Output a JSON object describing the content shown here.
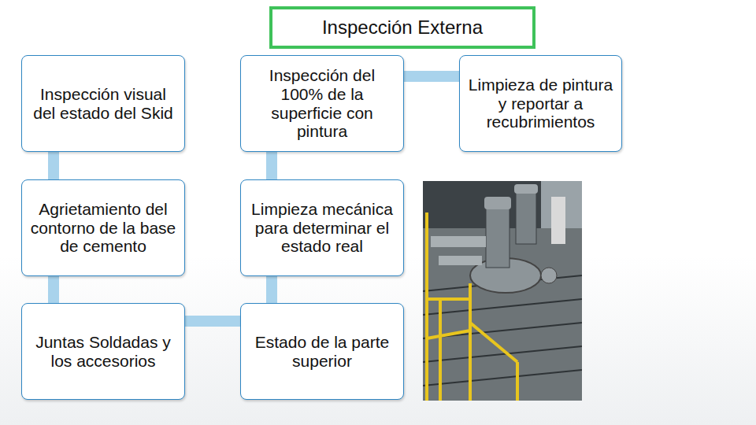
{
  "diagram": {
    "title": "Inspección Externa",
    "nodes": [
      {
        "text": [
          "Inspección visual del estado del Skid"
        ]
      },
      {
        "text": [
          "Inspección del 100% de la superficie con pintura"
        ]
      },
      {
        "text": [
          "Limpieza de pintura y reportar a recubrimientos"
        ]
      },
      {
        "text": [
          "Agrietamiento del contorno de la base de cemento"
        ]
      },
      {
        "text": [
          "Limpieza mecánica para determinar el estado real"
        ]
      },
      {
        "text": [
          "Juntas Soldadas y los accesorios"
        ]
      },
      {
        "text": [
          "Estado de la parte superior"
        ]
      }
    ],
    "edges": [
      {
        "from": 0,
        "to": 3,
        "arrow": "none"
      },
      {
        "from": 3,
        "to": 5,
        "arrow": "none"
      },
      {
        "from": 5,
        "to": 6,
        "arrow": "none"
      },
      {
        "from": 6,
        "to": 4,
        "arrow": "none"
      },
      {
        "from": 4,
        "to": 1,
        "arrow": "none"
      },
      {
        "from": 1,
        "to": 2,
        "arrow": "none"
      }
    ]
  }
}
